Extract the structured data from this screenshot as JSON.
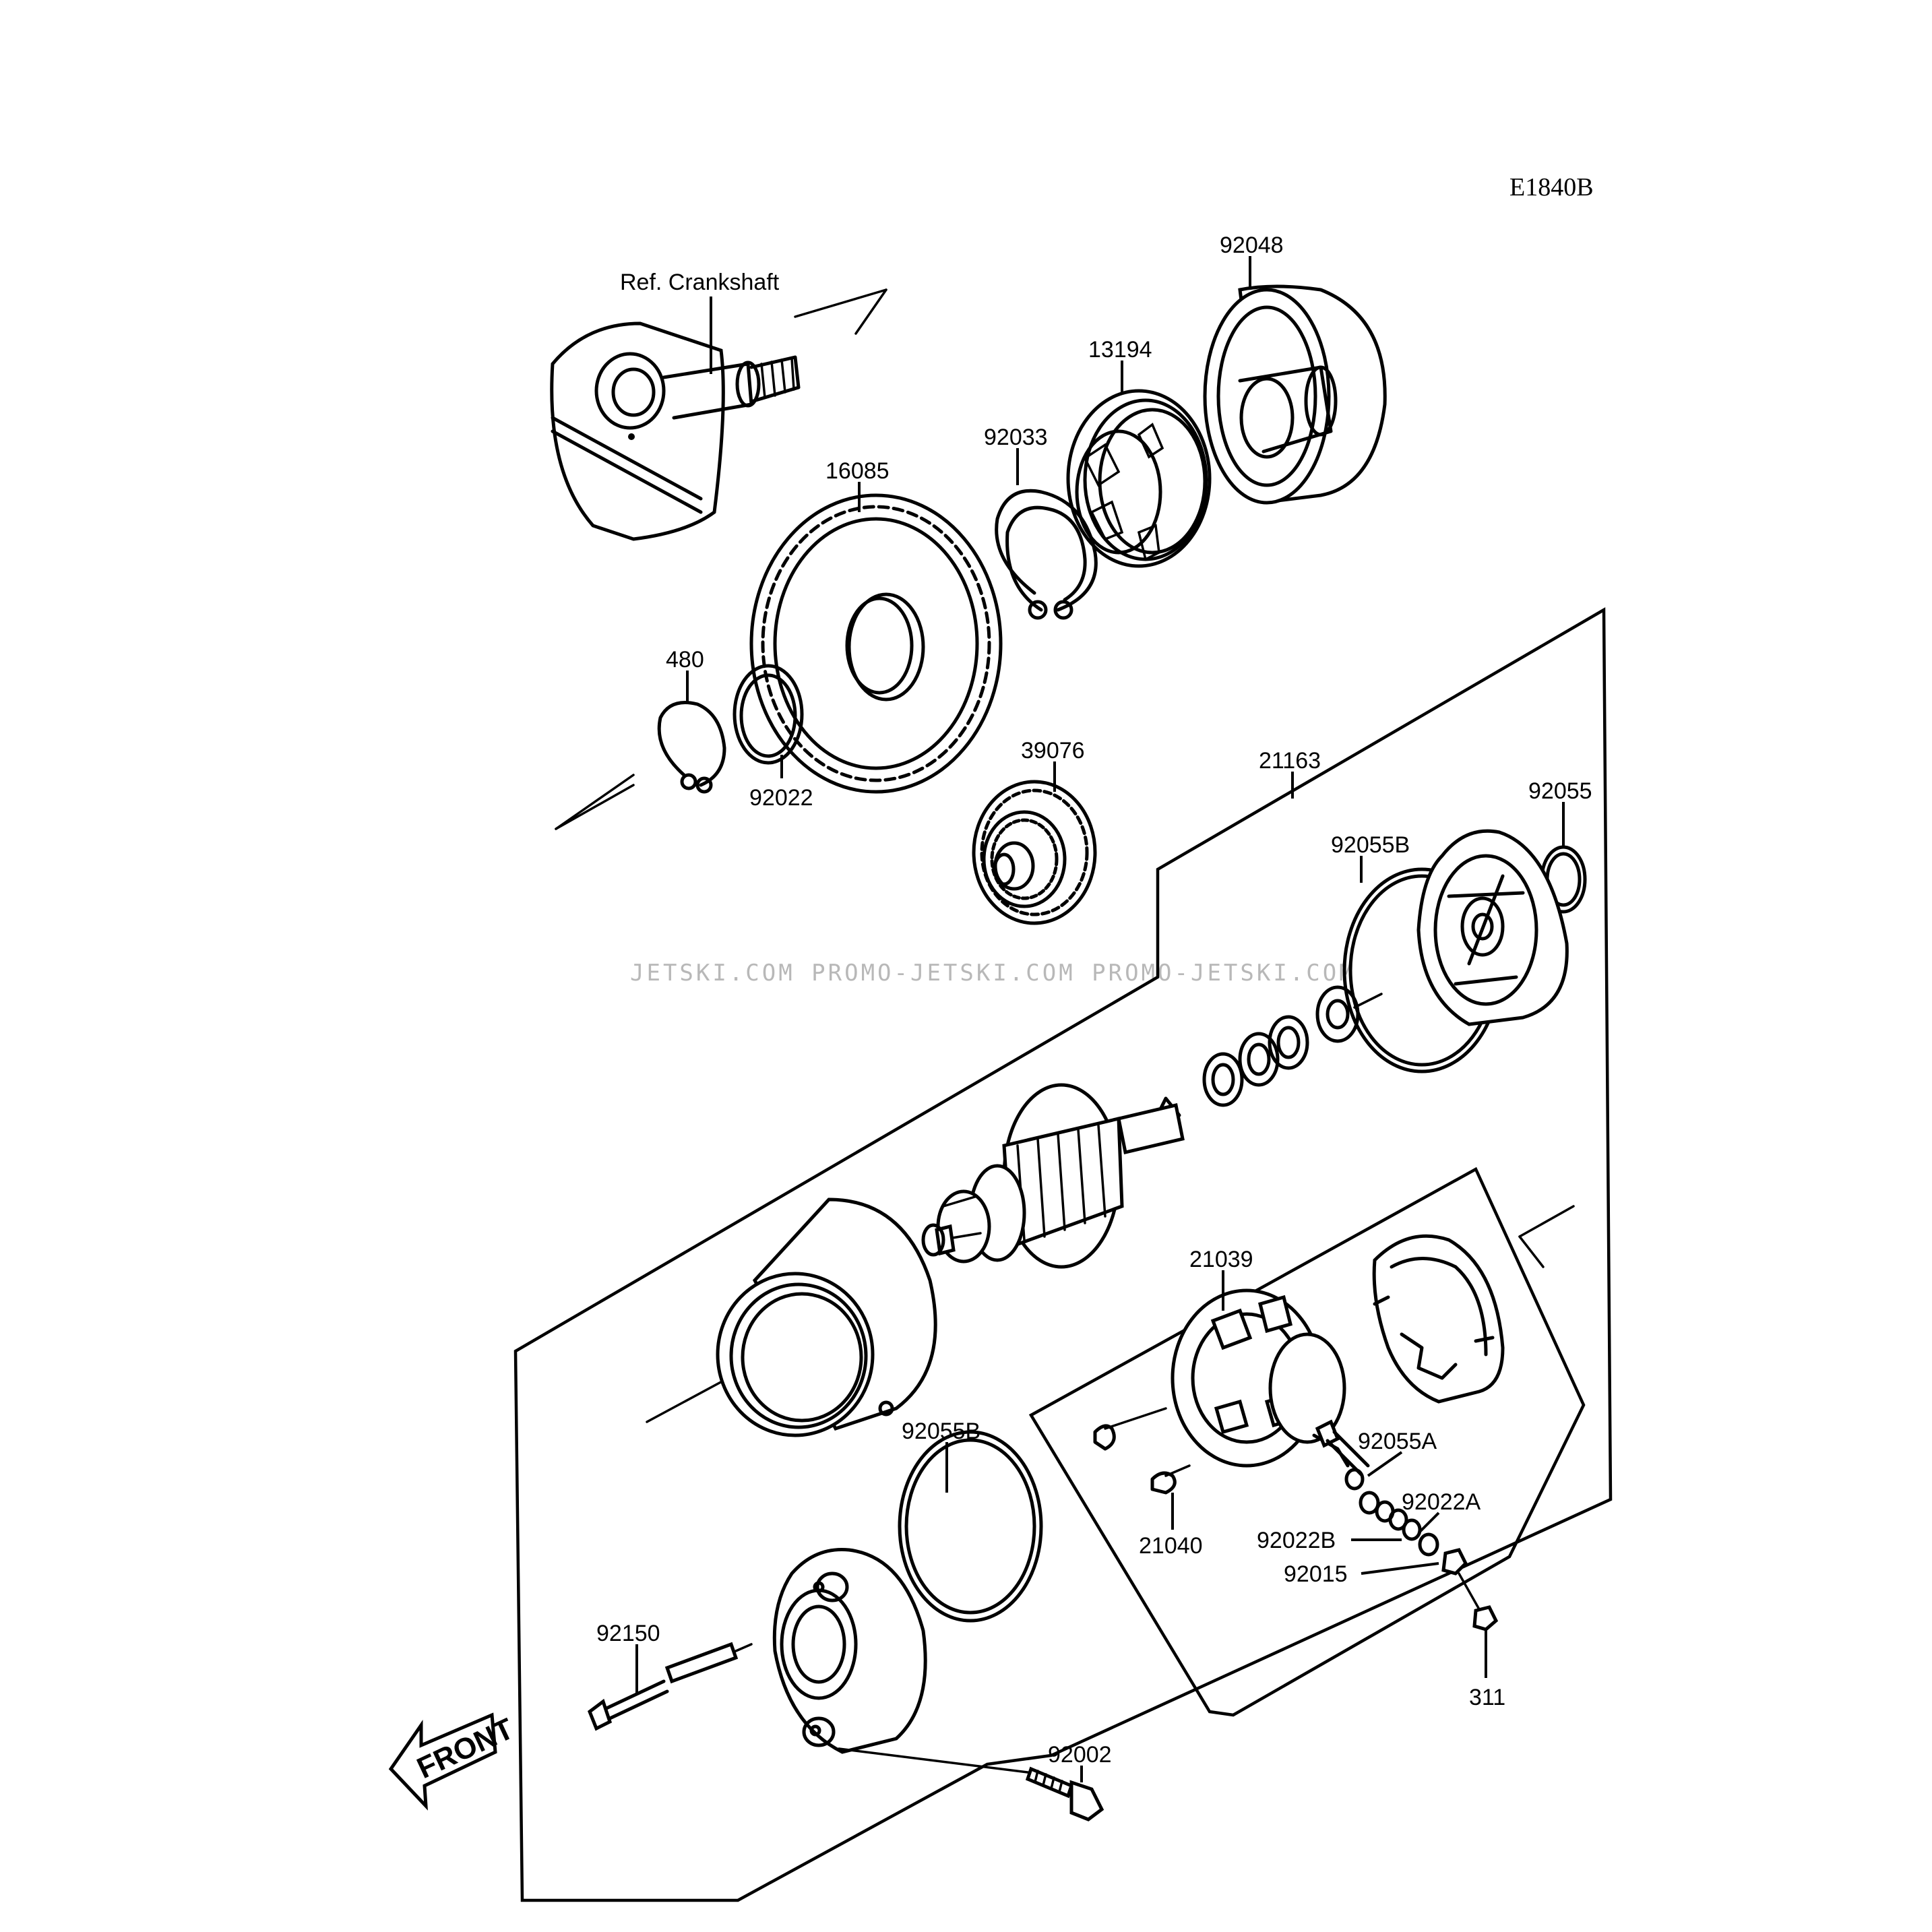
{
  "diagram_code": "E1840B",
  "watermark": "JETSKI.COM  PROMO-JETSKI.COM  PROMO-JETSKI.COM",
  "front_label": "FRONT",
  "labels": {
    "ref_crankshaft": "Ref. Crankshaft",
    "p92048": "92048",
    "p13194": "13194",
    "p92033": "92033",
    "p16085": "16085",
    "p480": "480",
    "p92022": "92022",
    "p39076": "39076",
    "p21163": "21163",
    "p92055": "92055",
    "p92055B_top": "92055B",
    "p21039": "21039",
    "p92055A": "92055A",
    "p92022A": "92022A",
    "p92022B": "92022B",
    "p92015": "92015",
    "p21040": "21040",
    "p311": "311",
    "p92055B_bottom": "92055B",
    "p92150": "92150",
    "p92002": "92002"
  }
}
